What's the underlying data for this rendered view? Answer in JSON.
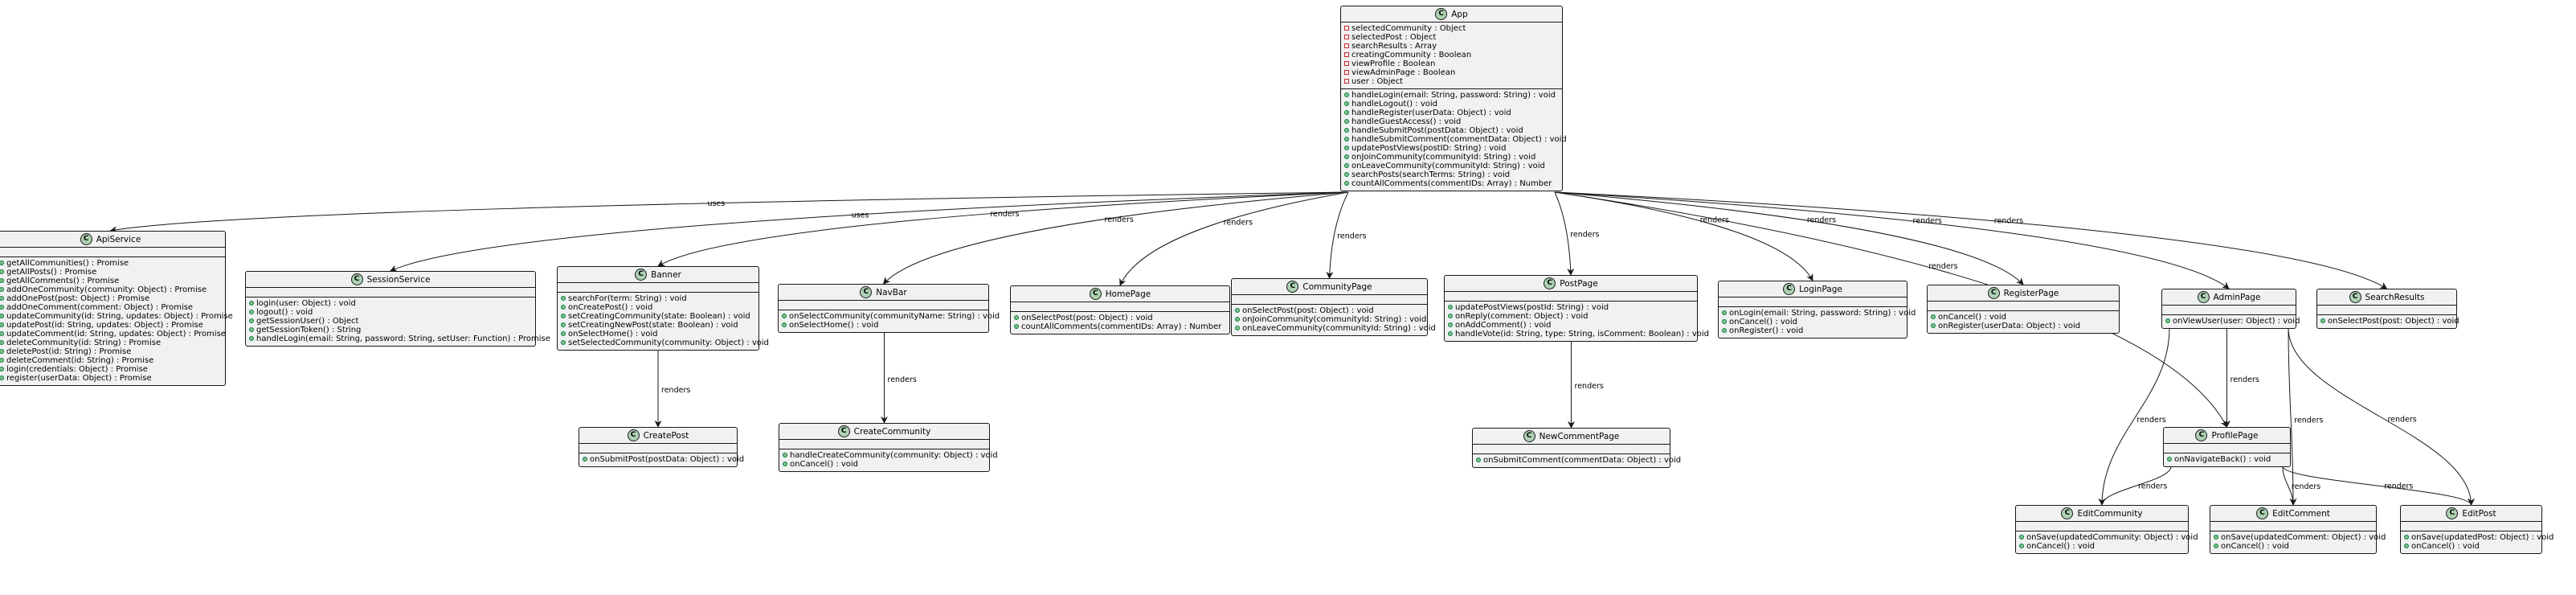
{
  "classes": [
    {
      "id": "App",
      "name": "App",
      "fields": [
        "selectedCommunity : Object",
        "selectedPost : Object",
        "searchResults : Array",
        "creatingCommunity : Boolean",
        "viewProfile : Boolean",
        "viewAdminPage : Boolean",
        "user : Object"
      ],
      "methods": [
        "handleLogin(email: String, password: String) : void",
        "handleLogout() : void",
        "handleRegister(userData: Object) : void",
        "handleGuestAccess() : void",
        "handleSubmitPost(postData: Object) : void",
        "handleSubmitComment(commentData: Object) : void",
        "updatePostViews(postID: String) : void",
        "onJoinCommunity(communityId: String) : void",
        "onLeaveCommunity(communityId: String) : void",
        "searchPosts(searchTerms: String) : void",
        "countAllComments(commentIDs: Array) : Number"
      ]
    },
    {
      "id": "ApiService",
      "name": "ApiService",
      "fields": [],
      "methods": [
        "getAllCommunities() : Promise",
        "getAllPosts() : Promise",
        "getAllComments() : Promise",
        "addOneCommunity(community: Object) : Promise",
        "addOnePost(post: Object) : Promise",
        "addOneComment(comment: Object) : Promise",
        "updateCommunity(id: String, updates: Object) : Promise",
        "updatePost(id: String, updates: Object) : Promise",
        "updateComment(id: String, updates: Object) : Promise",
        "deleteCommunity(id: String) : Promise",
        "deletePost(id: String) : Promise",
        "deleteComment(id: String) : Promise",
        "login(credentials: Object) : Promise",
        "register(userData: Object) : Promise"
      ]
    },
    {
      "id": "SessionService",
      "name": "SessionService",
      "fields": [],
      "methods": [
        "login(user: Object) : void",
        "logout() : void",
        "getSessionUser() : Object",
        "getSessionToken() : String",
        "handleLogin(email: String, password: String, setUser: Function) : Promise"
      ]
    },
    {
      "id": "Banner",
      "name": "Banner",
      "fields": [],
      "methods": [
        "searchFor(term: String) : void",
        "onCreatePost() : void",
        "setCreatingCommunity(state: Boolean) : void",
        "setCreatingNewPost(state: Boolean) : void",
        "onSelectHome() : void",
        "setSelectedCommunity(community: Object) : void"
      ]
    },
    {
      "id": "NavBar",
      "name": "NavBar",
      "fields": [],
      "methods": [
        "onSelectCommunity(communityName: String) : void",
        "onSelectHome() : void"
      ]
    },
    {
      "id": "HomePage",
      "name": "HomePage",
      "fields": [],
      "methods": [
        "onSelectPost(post: Object) : void",
        "countAllComments(commentIDs: Array) : Number"
      ]
    },
    {
      "id": "CommunityPage",
      "name": "CommunityPage",
      "fields": [],
      "methods": [
        "onSelectPost(post: Object) : void",
        "onJoinCommunity(communityId: String) : void",
        "onLeaveCommunity(communityId: String) : void"
      ]
    },
    {
      "id": "PostPage",
      "name": "PostPage",
      "fields": [],
      "methods": [
        "updatePostViews(postId: String) : void",
        "onReply(comment: Object) : void",
        "onAddComment() : void",
        "handleVote(id: String, type: String, isComment: Boolean) : void"
      ]
    },
    {
      "id": "LoginPage",
      "name": "LoginPage",
      "fields": [],
      "methods": [
        "onLogin(email: String, password: String) : void",
        "onCancel() : void",
        "onRegister() : void"
      ]
    },
    {
      "id": "RegisterPage",
      "name": "RegisterPage",
      "fields": [],
      "methods": [
        "onCancel() : void",
        "onRegister(userData: Object) : void"
      ]
    },
    {
      "id": "AdminPage",
      "name": "AdminPage",
      "fields": [],
      "methods": [
        "onViewUser(user: Object) : void"
      ]
    },
    {
      "id": "SearchResults",
      "name": "SearchResults",
      "fields": [],
      "methods": [
        "onSelectPost(post: Object) : void"
      ]
    },
    {
      "id": "CreatePost",
      "name": "CreatePost",
      "fields": [],
      "methods": [
        "onSubmitPost(postData: Object) : void"
      ]
    },
    {
      "id": "CreateCommunity",
      "name": "CreateCommunity",
      "fields": [],
      "methods": [
        "handleCreateCommunity(community: Object) : void",
        "onCancel() : void"
      ]
    },
    {
      "id": "NewCommentPage",
      "name": "NewCommentPage",
      "fields": [],
      "methods": [
        "onSubmitComment(commentData: Object) : void"
      ]
    },
    {
      "id": "ProfilePage",
      "name": "ProfilePage",
      "fields": [],
      "methods": [
        "onNavigateBack() : void"
      ]
    },
    {
      "id": "EditCommunity",
      "name": "EditCommunity",
      "fields": [],
      "methods": [
        "onSave(updatedCommunity: Object) : void",
        "onCancel() : void"
      ]
    },
    {
      "id": "EditComment",
      "name": "EditComment",
      "fields": [],
      "methods": [
        "onSave(updatedComment: Object) : void",
        "onCancel() : void"
      ]
    },
    {
      "id": "EditPost",
      "name": "EditPost",
      "fields": [],
      "methods": [
        "onSave(updatedPost: Object) : void",
        "onCancel() : void"
      ]
    }
  ],
  "relations": [
    {
      "from": "App",
      "to": "ApiService",
      "label": "uses"
    },
    {
      "from": "App",
      "to": "SessionService",
      "label": "uses"
    },
    {
      "from": "App",
      "to": "Banner",
      "label": "renders"
    },
    {
      "from": "App",
      "to": "NavBar",
      "label": "renders"
    },
    {
      "from": "App",
      "to": "HomePage",
      "label": "renders"
    },
    {
      "from": "App",
      "to": "CommunityPage",
      "label": "renders"
    },
    {
      "from": "App",
      "to": "PostPage",
      "label": "renders"
    },
    {
      "from": "App",
      "to": "LoginPage",
      "label": "renders"
    },
    {
      "from": "App",
      "to": "RegisterPage",
      "label": "renders"
    },
    {
      "from": "App",
      "to": "AdminPage",
      "label": "renders"
    },
    {
      "from": "App",
      "to": "SearchResults",
      "label": "renders"
    },
    {
      "from": "App",
      "to": "ProfilePage",
      "label": "renders"
    },
    {
      "from": "Banner",
      "to": "CreatePost",
      "label": "renders"
    },
    {
      "from": "NavBar",
      "to": "CreateCommunity",
      "label": "renders"
    },
    {
      "from": "PostPage",
      "to": "NewCommentPage",
      "label": "renders"
    },
    {
      "from": "AdminPage",
      "to": "ProfilePage",
      "label": "renders"
    },
    {
      "from": "AdminPage",
      "to": "EditCommunity",
      "label": "renders"
    },
    {
      "from": "AdminPage",
      "to": "EditComment",
      "label": "renders"
    },
    {
      "from": "AdminPage",
      "to": "EditPost",
      "label": "renders"
    },
    {
      "from": "ProfilePage",
      "to": "EditCommunity",
      "label": "renders"
    },
    {
      "from": "ProfilePage",
      "to": "EditComment",
      "label": "renders"
    },
    {
      "from": "ProfilePage",
      "to": "EditPost",
      "label": "renders"
    }
  ],
  "class_icon_letter": "C",
  "colors": {
    "box_bg": "#F1F1F1",
    "border": "#181818",
    "badge": "#ADD1B2",
    "field_marker": "#C82930",
    "method_marker": "#84BE84"
  }
}
